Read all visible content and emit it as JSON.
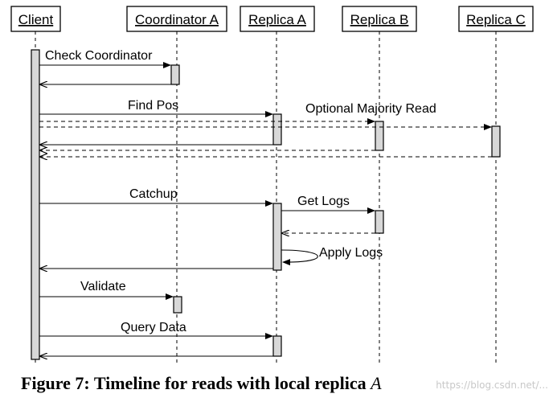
{
  "participants": [
    {
      "id": "client",
      "label": "Client"
    },
    {
      "id": "coordA",
      "label": "Coordinator A"
    },
    {
      "id": "repA",
      "label": "Replica A"
    },
    {
      "id": "repB",
      "label": "Replica B"
    },
    {
      "id": "repC",
      "label": "Replica C"
    }
  ],
  "messages": [
    {
      "label": "Check Coordinator"
    },
    {
      "label": "Find Pos"
    },
    {
      "label": "Optional Majority Read"
    },
    {
      "label": "Catchup"
    },
    {
      "label": "Get Logs"
    },
    {
      "label": "Apply Logs"
    },
    {
      "label": "Validate"
    },
    {
      "label": "Query Data"
    }
  ],
  "caption": {
    "prefix": "Figure 7: Timeline for reads with local replica ",
    "variable": "A"
  },
  "watermark": "https://blog.csdn.net/..."
}
